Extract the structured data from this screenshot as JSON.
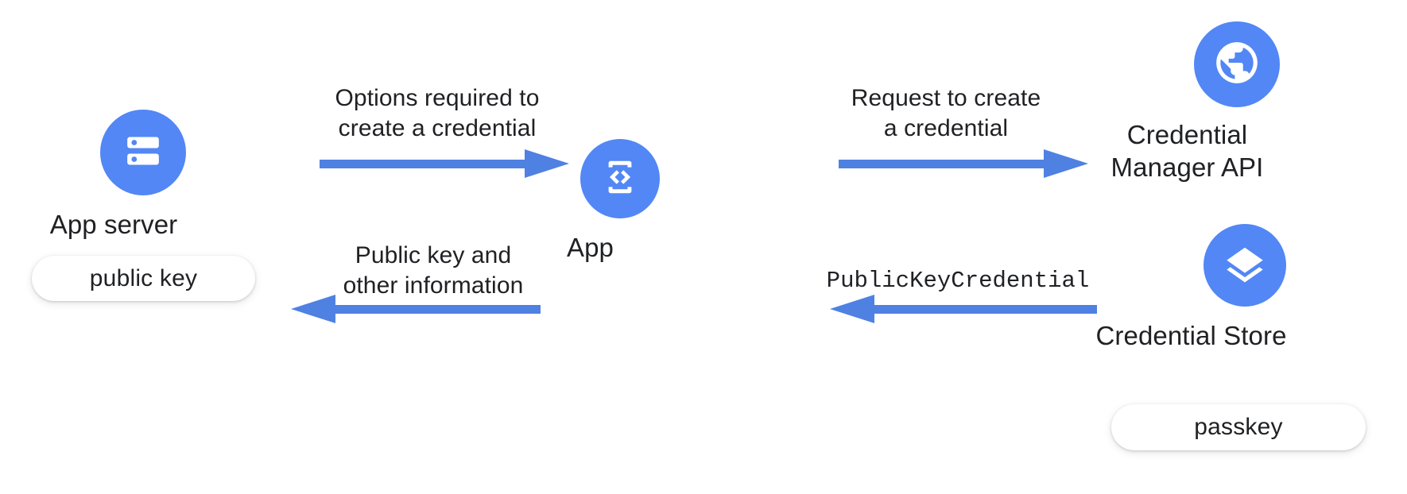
{
  "diagram": {
    "title": "Passkey creation flow between app server, app, and Credential Manager",
    "background": "#ffffff",
    "brand_blue": "#5287f5",
    "arrow_blue": "#4f81e3",
    "text_color": "#202124"
  },
  "nodes": {
    "app_server": {
      "label": "App server",
      "icon": "server-icon",
      "chip": "public key"
    },
    "app": {
      "label": "App",
      "icon": "phone-code-icon"
    },
    "credential_manager_api": {
      "label": "Credential\nManager API",
      "icon": "globe-icon"
    },
    "credential_store": {
      "label": "Credential Store",
      "icon": "layers-icon",
      "chip": "passkey"
    }
  },
  "arrows": [
    {
      "id": "options-required",
      "caption": "Options required to\ncreate a credential",
      "direction": "right",
      "from": "app_server",
      "to": "app",
      "mono": false
    },
    {
      "id": "public-key-and-other-information",
      "caption": "Public key and\nother information",
      "direction": "left",
      "from": "app",
      "to": "app_server",
      "mono": false
    },
    {
      "id": "request-to-create",
      "caption": "Request to create\na credential",
      "direction": "right",
      "from": "app",
      "to": "credential_manager_api",
      "mono": false
    },
    {
      "id": "public-key-credential",
      "caption": "PublicKeyCredential",
      "direction": "left",
      "from": "credential_store",
      "to": "app",
      "mono": true
    }
  ]
}
